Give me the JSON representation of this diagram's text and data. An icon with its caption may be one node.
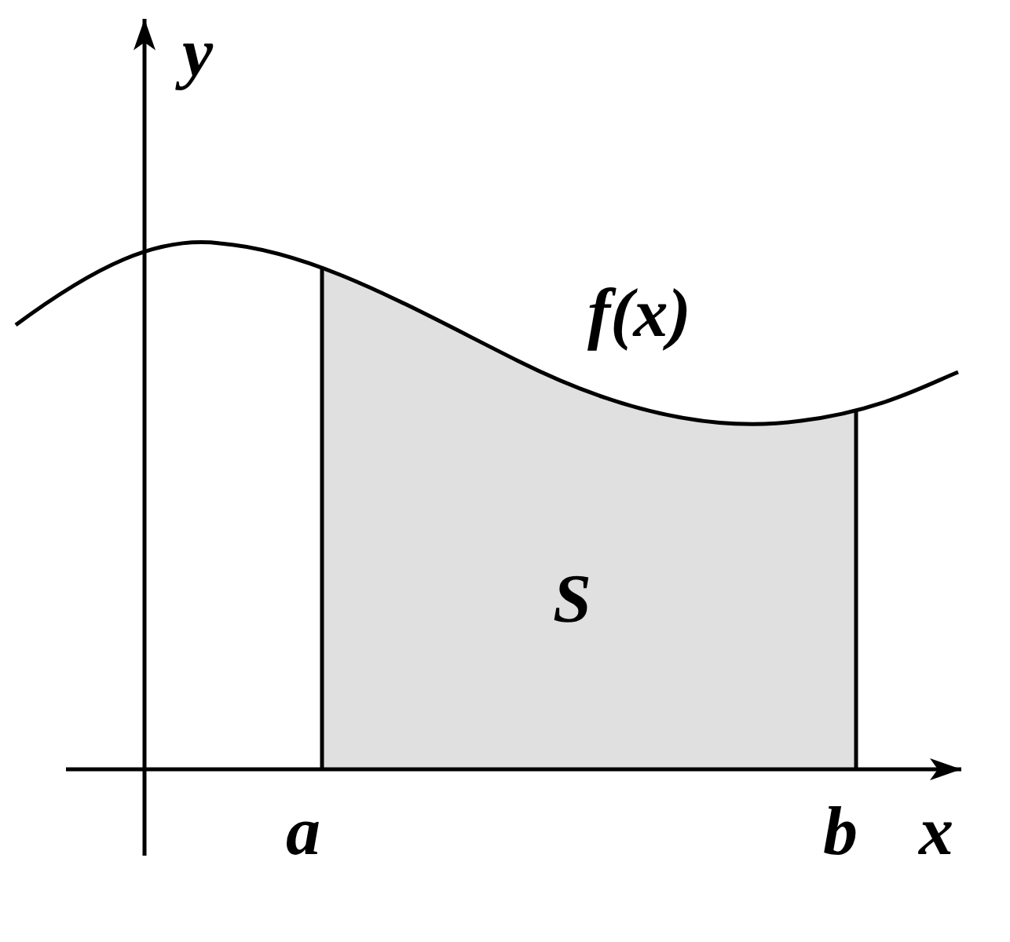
{
  "diagram": {
    "labels": [
      "y",
      "f(x)",
      "S",
      "a",
      "b",
      "x"
    ]
  }
}
